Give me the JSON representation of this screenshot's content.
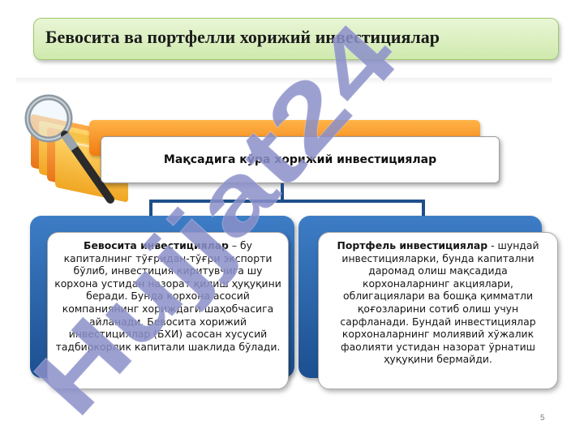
{
  "title": "Бевосита ва портфелли хорижий инвестициялар",
  "central_box": {
    "label": "Мақсадига кўра хорижий инвестициялар"
  },
  "left_card": {
    "heading": "Бевосита инвестициялар",
    "text": " – бу капиталнинг тўғридан-тўғри экспорти бўлиб, инвестиция киритувчига шу корхона устидан назорат қилиш ҳуқуқини беради. Бунда корхона асосий компаниянинг хориждаги шаҳобчасига айланади. Бевосита хорижий инвестициялар (БХИ) асосан хусусий тадбиркорлик капитали шаклида бўлади."
  },
  "right_card": {
    "heading": "Портфель инвестициялар",
    "text": " - шундай инвестицияларки, бунда капитални даромад олиш мақсадида корхоналарнинг акциялари, облигациялари ва бошқа қимматли қоғозларини сотиб олиш учун сарфланади. Бундай инвестициялар корхоналарнинг молиявий хўжалик фаолияти устидан назорат ўрнатиш ҳуқуқини бермайди."
  },
  "page_number": "5",
  "watermark": "Hujjat24",
  "icons": [
    "folders-icon",
    "magnifier-icon"
  ],
  "colors": {
    "title_banner": "#d7eebb",
    "orange_bar": "#f58a1f",
    "blue_panel": "#2a63a8",
    "watermark": "#8b8fc9"
  }
}
